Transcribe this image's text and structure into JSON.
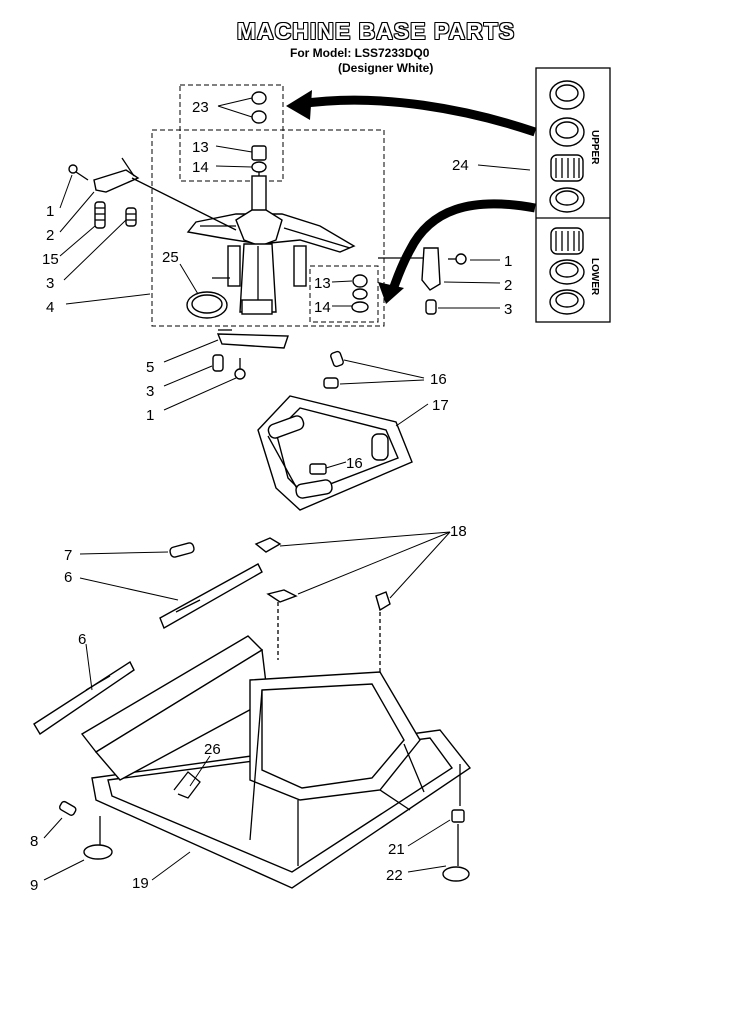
{
  "title": "MACHINE BASE PARTS",
  "model_line": "For Model: LSS7233DQ0",
  "color_line": "(Designer White)",
  "inset_upper_label": "UPPER",
  "inset_lower_label": "LOWER",
  "callouts": {
    "c23": "23",
    "c13a": "13",
    "c14a": "14",
    "c24": "24",
    "c1a": "1",
    "c2a": "2",
    "c15": "15",
    "c3a": "3",
    "c4": "4",
    "c25": "25",
    "c1b": "1",
    "c2b": "2",
    "c3b": "3",
    "c13b": "13",
    "c14b": "14",
    "c5": "5",
    "c3c": "3",
    "c1c": "1",
    "c16a": "16",
    "c17": "17",
    "c16b": "16",
    "c18": "18",
    "c7": "7",
    "c6a": "6",
    "c6b": "6",
    "c26": "26",
    "c8": "8",
    "c9": "9",
    "c19": "19",
    "c21": "21",
    "c22": "22"
  }
}
